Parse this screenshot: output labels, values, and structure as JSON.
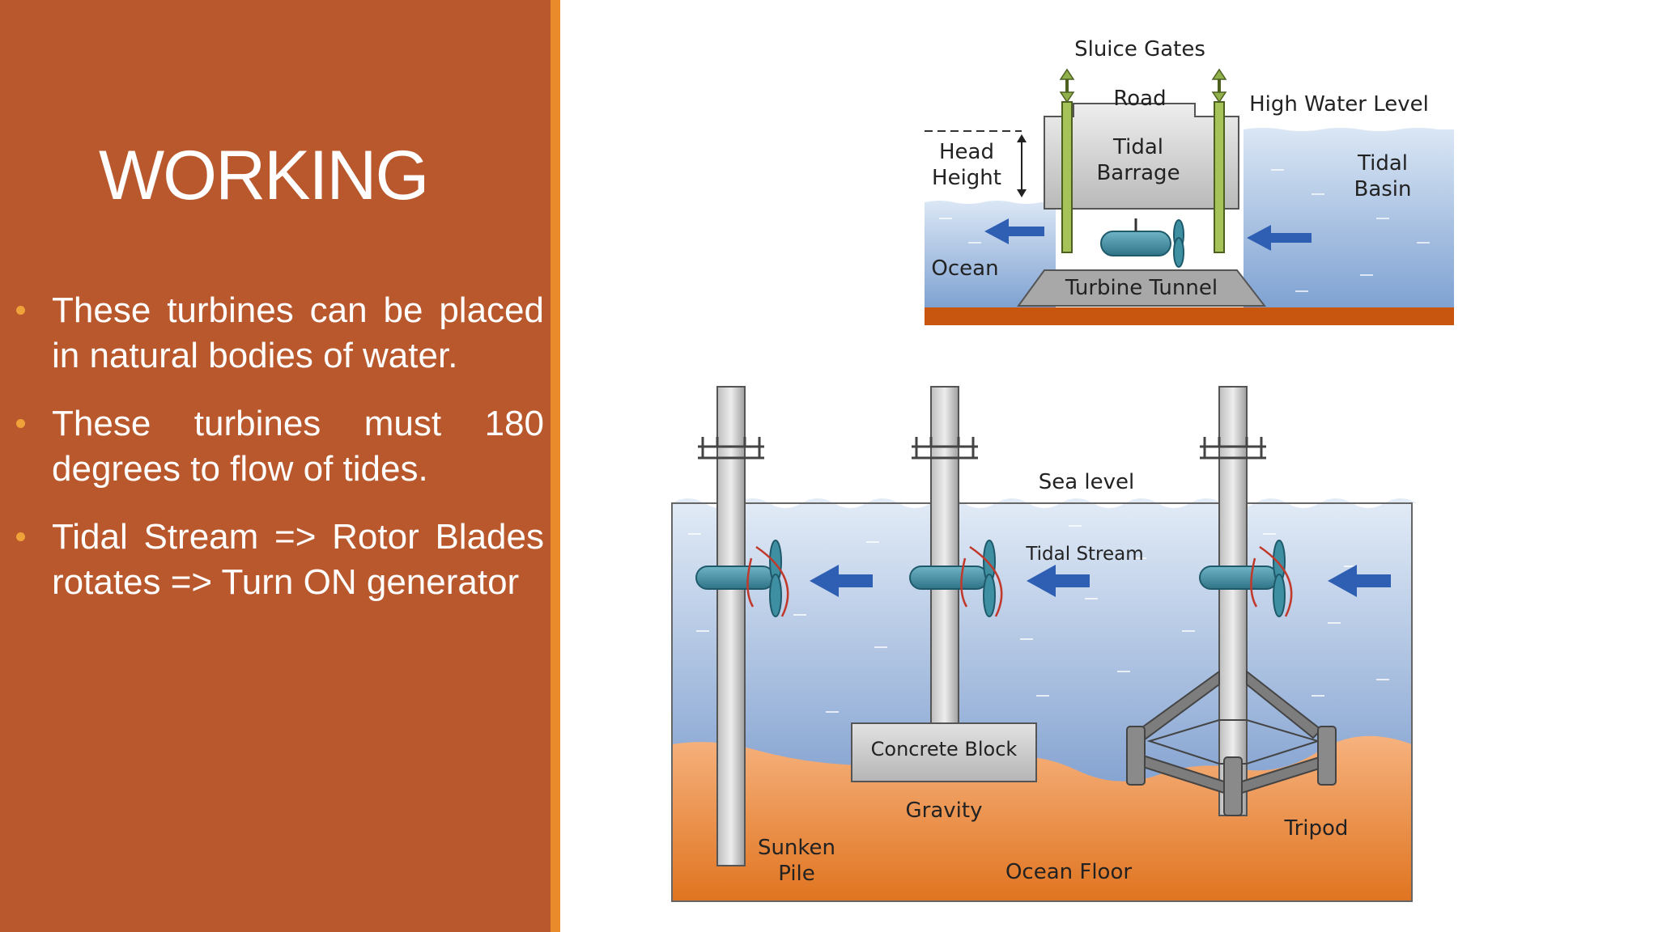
{
  "slide": {
    "title": "WORKING",
    "bullets": [
      "These turbines can be placed in natural bodies of water.",
      "These turbines must 180 degrees to flow of tides.",
      "Tidal Stream => Rotor Blades rotates => Turn ON generator"
    ]
  },
  "barrage_diagram": {
    "labels": {
      "sluice_gates": "Sluice Gates",
      "road": "Road",
      "high_water_level": "High Water Level",
      "head": "Head",
      "height": "Height",
      "tidal": "Tidal",
      "barrage": "Barrage",
      "basin_tidal": "Tidal",
      "basin": "Basin",
      "ocean": "Ocean",
      "turbine_tunnel": "Turbine Tunnel"
    }
  },
  "stream_diagram": {
    "labels": {
      "sea_level": "Sea level",
      "tidal_stream": "Tidal Stream",
      "concrete_block": "Concrete Block",
      "gravity": "Gravity",
      "sunken": "Sunken",
      "pile": "Pile",
      "ocean_floor": "Ocean Floor",
      "tripod": "Tripod"
    }
  },
  "colors": {
    "panel": "#b9582c",
    "accent": "#e98b2a",
    "water_light": "#dfe9f6",
    "water_dark": "#5e86c0",
    "arrow": "#2f5fb3",
    "seabed": "#d9701f",
    "turbine": "#3f8fa3"
  }
}
